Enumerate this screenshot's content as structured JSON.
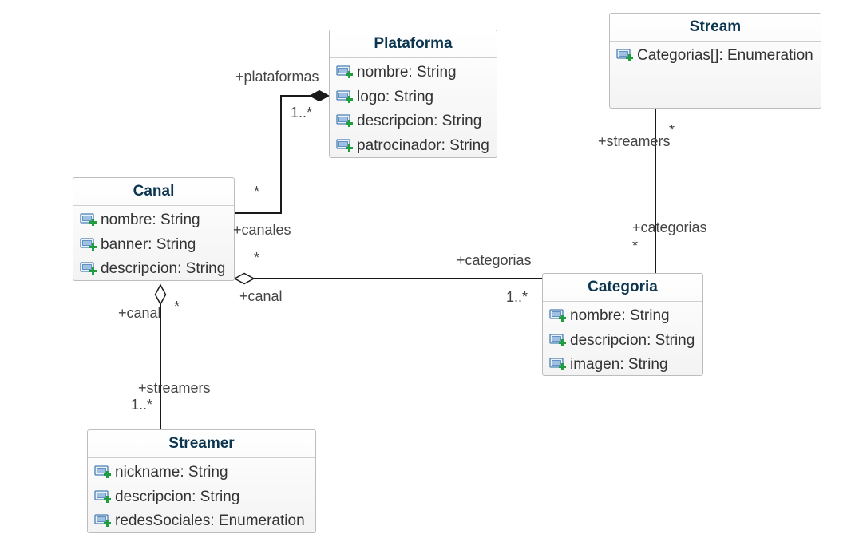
{
  "classes": {
    "plataforma": {
      "name": "Plataforma",
      "attributes": [
        "nombre: String",
        "logo: String",
        "descripcion: String",
        "patrocinador: String"
      ]
    },
    "stream": {
      "name": "Stream",
      "attributes": [
        "Categorias[]: Enumeration"
      ]
    },
    "canal": {
      "name": "Canal",
      "attributes": [
        "nombre: String",
        "banner: String",
        "descripcion: String"
      ]
    },
    "categoria": {
      "name": "Categoria",
      "attributes": [
        "nombre: String",
        "descripcion: String",
        "imagen: String"
      ]
    },
    "streamer": {
      "name": "Streamer",
      "attributes": [
        "nickname: String",
        "descripcion: String",
        "redesSociales: Enumeration"
      ]
    }
  },
  "associations": {
    "canal_plataforma": {
      "role_plataforma": "+plataformas",
      "mult_plataforma": "1..*",
      "role_canal": "+canales",
      "mult_canal": "*"
    },
    "stream_categoria": {
      "role_stream": "+streamers",
      "mult_stream": "*",
      "role_categoria": "+categorias",
      "mult_categoria": "*"
    },
    "canal_categoria": {
      "role_canal": "+canal",
      "mult_canal": "*",
      "role_categoria": "+categorias",
      "mult_categoria": "1..*"
    },
    "canal_streamer": {
      "role_canal": "+canal",
      "mult_canal": "*",
      "role_streamer": "+streamers",
      "mult_streamer": "1..*"
    }
  },
  "colors": {
    "class_title": "#0c3550",
    "line": "#1a1a1a",
    "border": "#bdbdbd",
    "icon_plus": "#1e9e3e",
    "icon_box": "#4a7fb5"
  },
  "icons": {
    "attribute": "public-attribute-icon"
  }
}
